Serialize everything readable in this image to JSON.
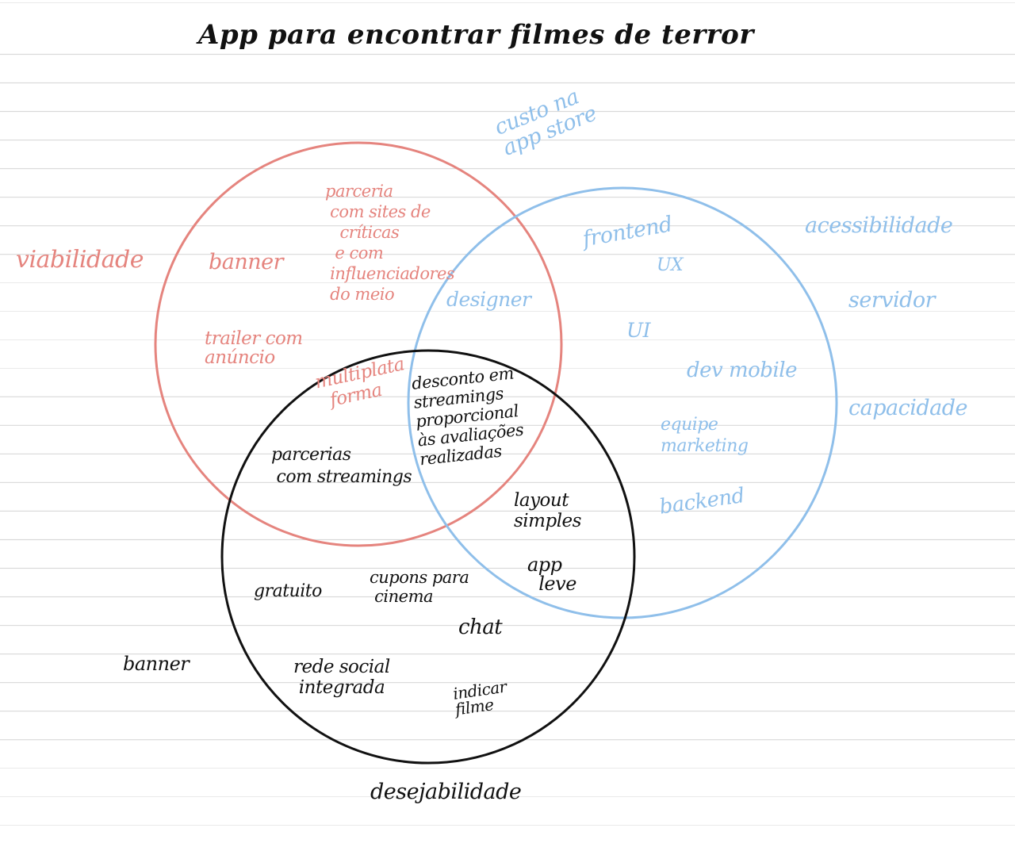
{
  "title": "App para encontrar filmes de terror",
  "colors": {
    "viabilidade": "#e5847e",
    "praticabilidade": "#8fbfea",
    "desejabilidade": "#111111",
    "page_lines": "#d9d9d9"
  },
  "circles": {
    "red_label": "viabilidade",
    "blue_labels": [
      "acessibilidade",
      "servidor",
      "capacidade"
    ],
    "black_label": "desejabilidade"
  },
  "red_items": {
    "parcerias": "parceria\n com sites de\n   críticas\n  e com\n influenciadores\n do meio",
    "banner": "banner",
    "trailer": "trailer com\nanúncio",
    "multiplataforma": "multiplata\n  forma"
  },
  "blue_items": {
    "custo": "custo na\napp store",
    "frontend": "frontend",
    "ux": "UX",
    "designer": "designer",
    "ui": "UI",
    "dev_mobile": "dev mobile",
    "equipe": "equipe\nmarketing",
    "backend": "backend"
  },
  "black_items": {
    "desconto": "desconto em\nstreamings\nproporcional\nàs avaliações\nrealizadas",
    "parcerias_streaming": "parcerias\n com streamings",
    "layout": "layout\nsimples",
    "app_leve": "app\n  leve",
    "gratuito": "gratuito",
    "cupons": "cupons para\n cinema",
    "chat": "chat",
    "rede_social": "rede social\n integrada",
    "indicar": "indicar\nfilme",
    "banner_outside": "banner"
  }
}
